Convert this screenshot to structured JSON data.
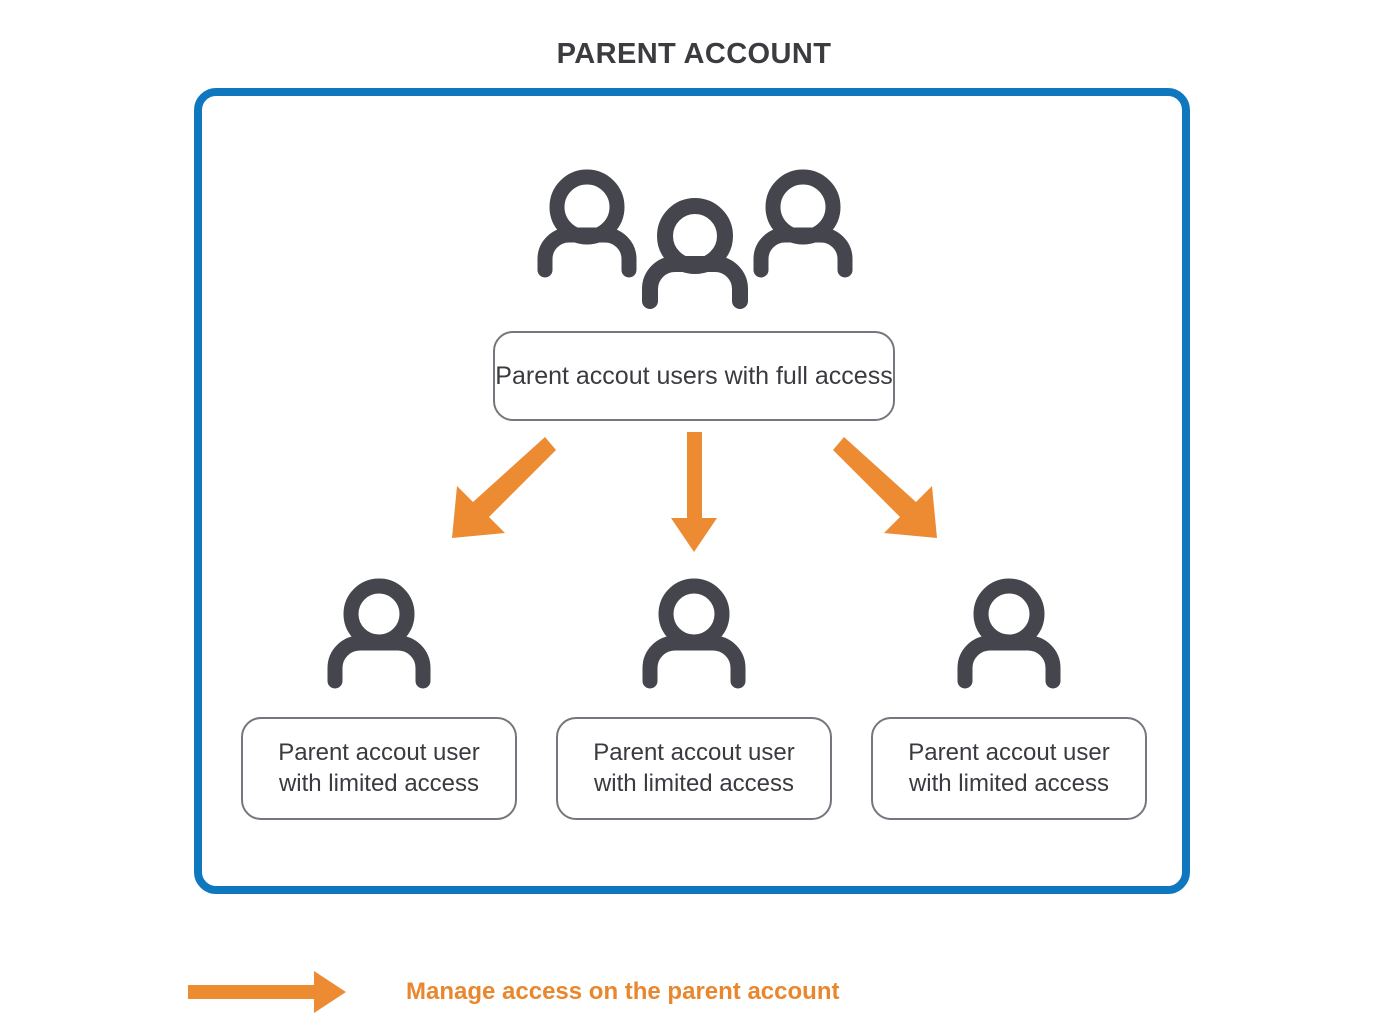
{
  "title": "PARENT ACCOUNT",
  "frame": {
    "name": "parent-account-frame",
    "border_color": "#0e77be"
  },
  "colors": {
    "frame_blue": "#0e77be",
    "arrow_orange": "#ed8b33",
    "legend_orange": "#e8872e",
    "icon_gray": "#45454d",
    "box_border_gray": "#76767f",
    "text_gray": "#3a3a40",
    "title_gray": "#3b3b40",
    "background": "#ffffff"
  },
  "top_node": {
    "icon": "group-of-three-people-icon",
    "label": "Parent accout users with full access"
  },
  "child_nodes": [
    {
      "icon": "person-icon",
      "label_line1": "Parent accout user",
      "label_line2": "with limited access"
    },
    {
      "icon": "person-icon",
      "label_line1": "Parent accout user",
      "label_line2": "with limited access"
    },
    {
      "icon": "person-icon",
      "label_line1": "Parent accout user",
      "label_line2": "with limited access"
    }
  ],
  "arrows": [
    {
      "name": "arrow-to-child-left",
      "direction": "down-left",
      "color": "#ed8b33"
    },
    {
      "name": "arrow-to-child-center",
      "direction": "down",
      "color": "#ed8b33"
    },
    {
      "name": "arrow-to-child-right",
      "direction": "down-right",
      "color": "#ed8b33"
    }
  ],
  "legend": {
    "arrow_icon": "right-arrow-icon",
    "text": "Manage access on the parent account",
    "color": "#e8872e"
  }
}
